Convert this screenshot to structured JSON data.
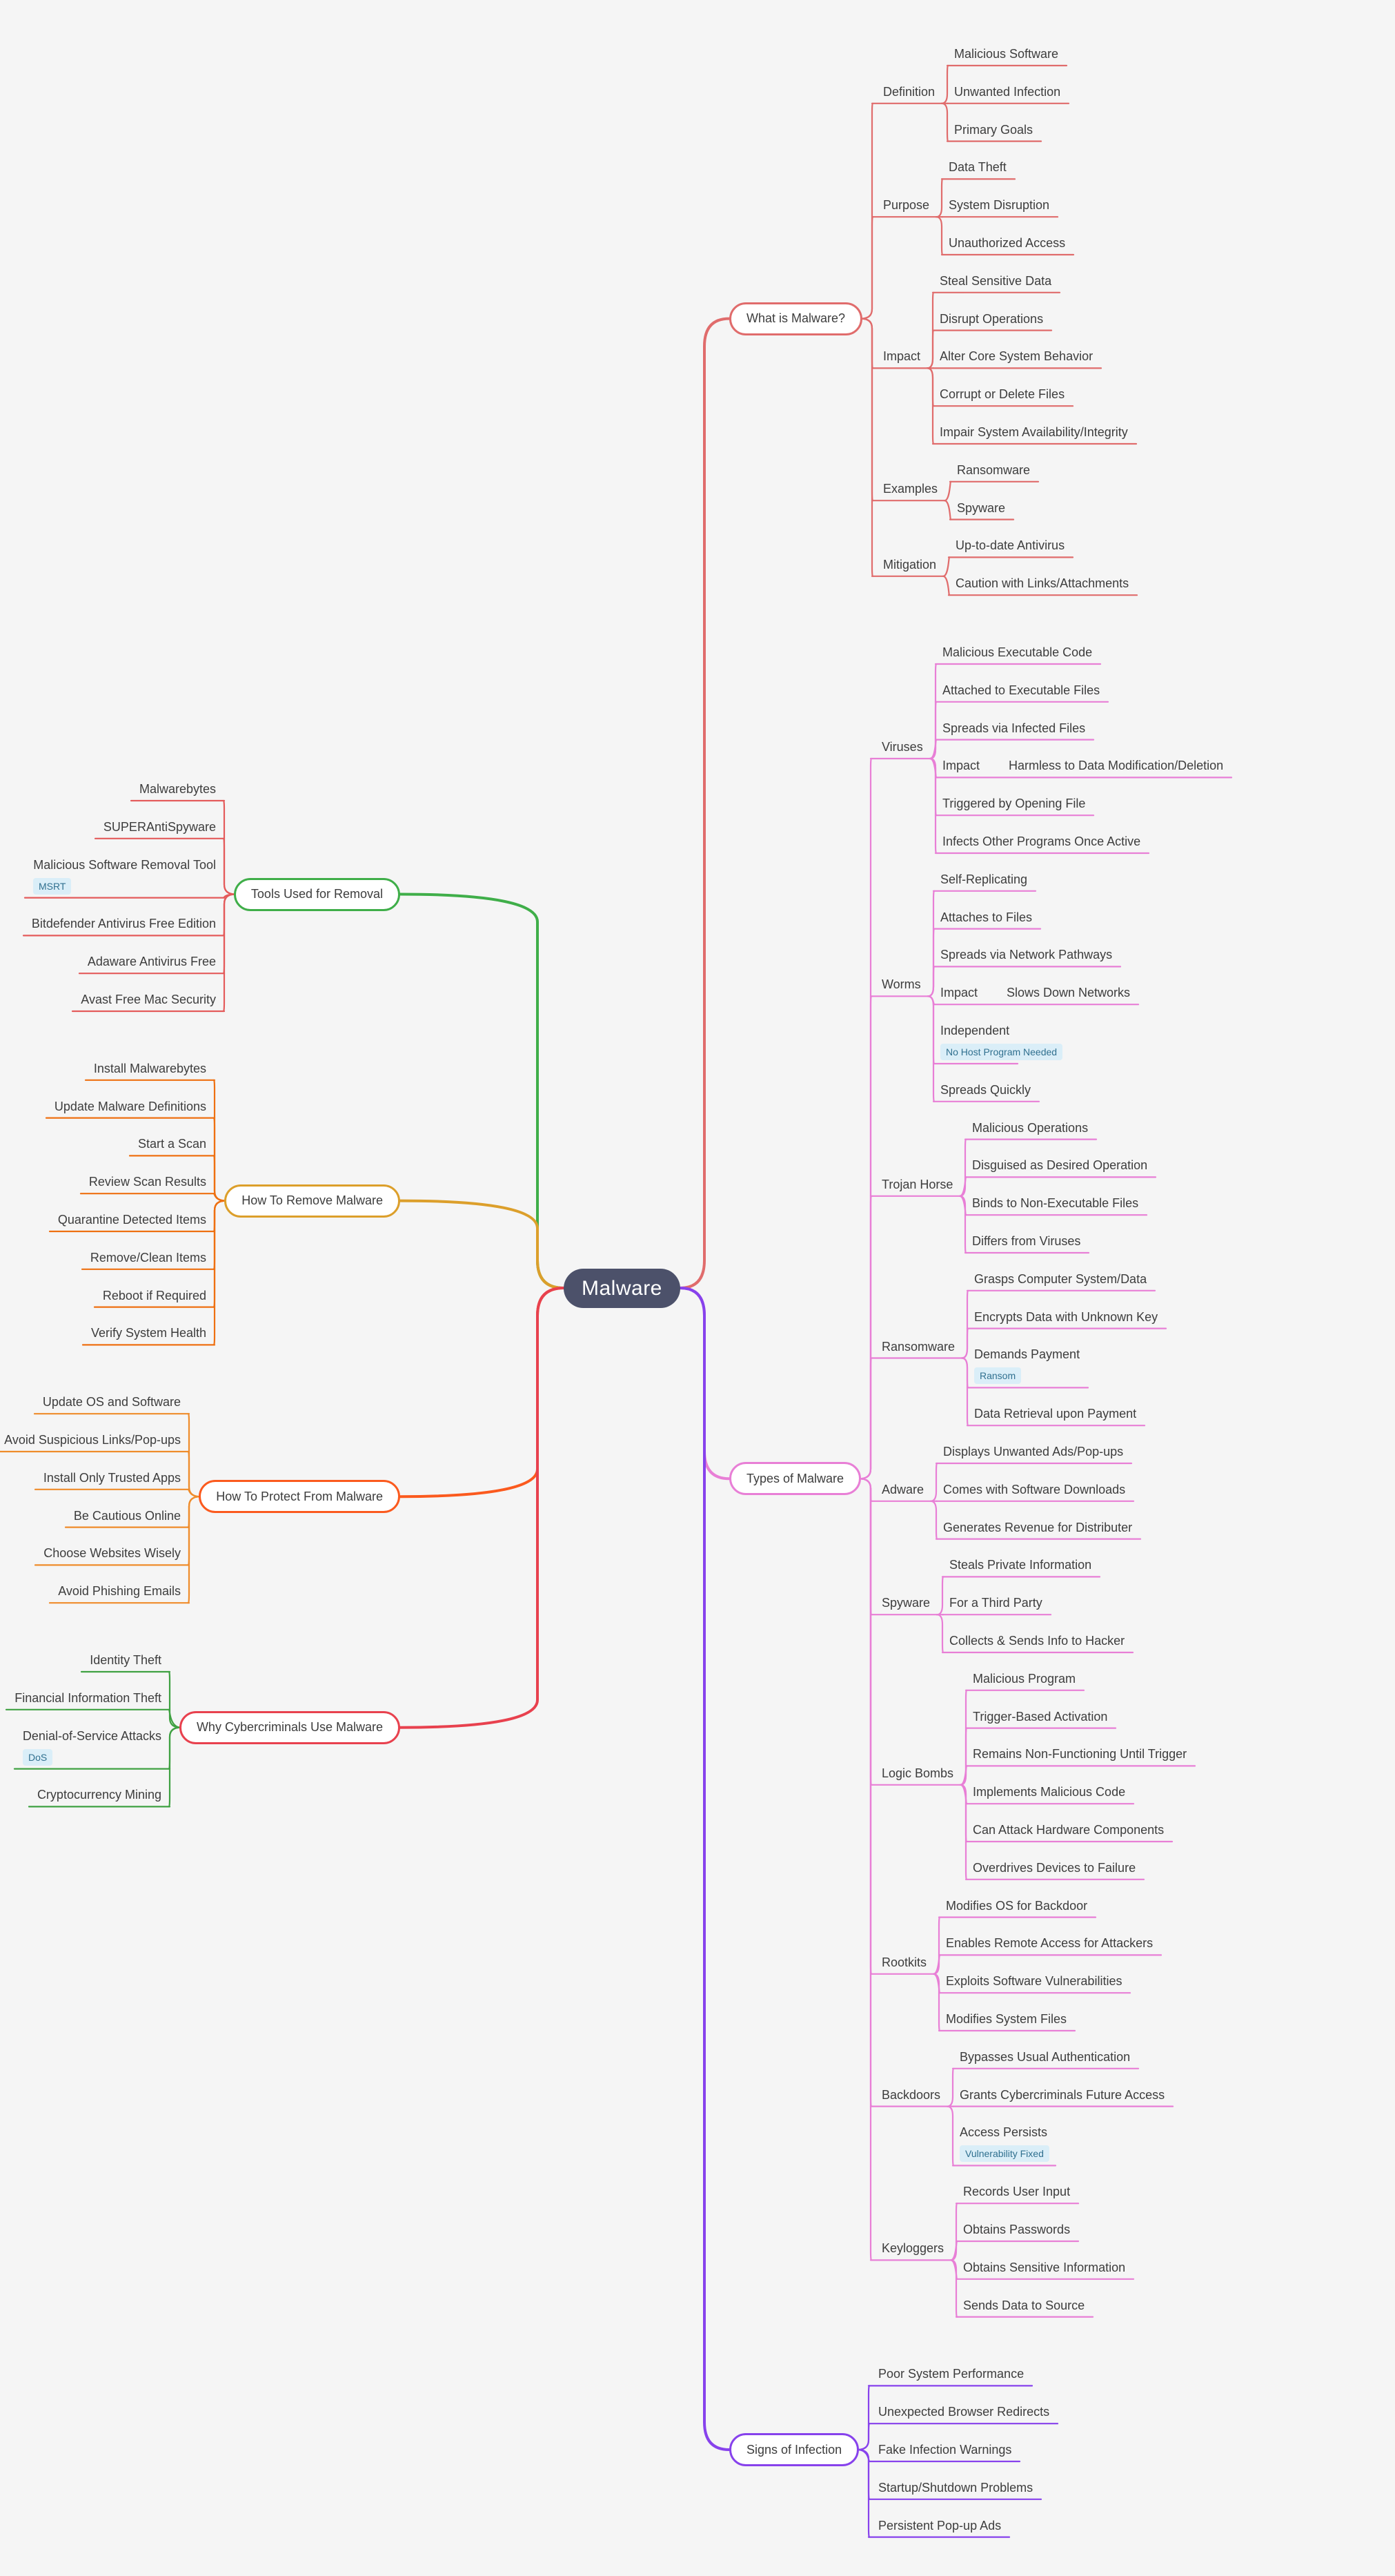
{
  "root": {
    "label": "Malware"
  },
  "palette": {
    "background": "#f5f5f5",
    "root_fill": "#4c516a",
    "root_text": "#ffffff",
    "text": "#3d3d3d",
    "badge_bg": "#daeef8",
    "badge_text": "#30708f"
  },
  "branches": [
    {
      "label": "What is Malware?",
      "side": "right",
      "color": "#e06c6c",
      "groups": [
        {
          "label": "Definition",
          "leaves": [
            {
              "label": "Malicious Software"
            },
            {
              "label": "Unwanted Infection"
            },
            {
              "label": "Primary Goals"
            }
          ]
        },
        {
          "label": "Purpose",
          "leaves": [
            {
              "label": "Data Theft"
            },
            {
              "label": "System Disruption"
            },
            {
              "label": "Unauthorized Access"
            }
          ]
        },
        {
          "label": "Impact",
          "leaves": [
            {
              "label": "Steal Sensitive Data"
            },
            {
              "label": "Disrupt Operations"
            },
            {
              "label": "Alter Core System Behavior"
            },
            {
              "label": "Corrupt or Delete Files"
            },
            {
              "label": "Impair System Availability/Integrity"
            }
          ]
        },
        {
          "label": "Examples",
          "leaves": [
            {
              "label": "Ransomware"
            },
            {
              "label": "Spyware"
            }
          ]
        },
        {
          "label": "Mitigation",
          "leaves": [
            {
              "label": "Up-to-date Antivirus"
            },
            {
              "label": "Caution with Links/Attachments"
            }
          ]
        }
      ]
    },
    {
      "label": "Types of Malware",
      "side": "right",
      "color": "#e87fd6",
      "groups": [
        {
          "label": "Viruses",
          "leaves": [
            {
              "label": "Malicious Executable Code"
            },
            {
              "label": "Attached to Executable Files"
            },
            {
              "label": "Spreads via Infected Files"
            },
            {
              "label": "Impact",
              "inline_child": "Harmless to Data Modification/Deletion"
            },
            {
              "label": "Triggered by Opening File"
            },
            {
              "label": "Infects Other Programs Once Active"
            }
          ]
        },
        {
          "label": "Worms",
          "leaves": [
            {
              "label": "Self-Replicating"
            },
            {
              "label": "Attaches to Files"
            },
            {
              "label": "Spreads via Network Pathways"
            },
            {
              "label": "Impact",
              "inline_child": "Slows Down Networks"
            },
            {
              "label": "Independent",
              "badge": "No Host Program Needed"
            },
            {
              "label": "Spreads Quickly"
            }
          ]
        },
        {
          "label": "Trojan Horse",
          "leaves": [
            {
              "label": "Malicious Operations"
            },
            {
              "label": "Disguised as Desired Operation"
            },
            {
              "label": "Binds to Non-Executable Files"
            },
            {
              "label": "Differs from Viruses"
            }
          ]
        },
        {
          "label": "Ransomware",
          "leaves": [
            {
              "label": "Grasps Computer System/Data"
            },
            {
              "label": "Encrypts Data with Unknown Key"
            },
            {
              "label": "Demands Payment",
              "badge": "Ransom"
            },
            {
              "label": "Data Retrieval upon Payment"
            }
          ]
        },
        {
          "label": "Adware",
          "leaves": [
            {
              "label": "Displays Unwanted Ads/Pop-ups"
            },
            {
              "label": "Comes with Software Downloads"
            },
            {
              "label": "Generates Revenue for Distributer"
            }
          ]
        },
        {
          "label": "Spyware",
          "leaves": [
            {
              "label": "Steals Private Information"
            },
            {
              "label": "For a Third Party"
            },
            {
              "label": "Collects & Sends Info to Hacker"
            }
          ]
        },
        {
          "label": "Logic Bombs",
          "leaves": [
            {
              "label": "Malicious Program"
            },
            {
              "label": "Trigger-Based Activation"
            },
            {
              "label": "Remains Non-Functioning Until Trigger"
            },
            {
              "label": "Implements Malicious Code"
            },
            {
              "label": "Can Attack Hardware Components"
            },
            {
              "label": "Overdrives Devices to Failure"
            }
          ]
        },
        {
          "label": "Rootkits",
          "leaves": [
            {
              "label": "Modifies OS for Backdoor"
            },
            {
              "label": "Enables Remote Access for Attackers"
            },
            {
              "label": "Exploits Software Vulnerabilities"
            },
            {
              "label": "Modifies System Files"
            }
          ]
        },
        {
          "label": "Backdoors",
          "leaves": [
            {
              "label": "Bypasses Usual Authentication"
            },
            {
              "label": "Grants Cybercriminals Future Access"
            },
            {
              "label": "Access Persists",
              "badge": "Vulnerability Fixed"
            }
          ]
        },
        {
          "label": "Keyloggers",
          "leaves": [
            {
              "label": "Records User Input"
            },
            {
              "label": "Obtains Passwords"
            },
            {
              "label": "Obtains Sensitive Information"
            },
            {
              "label": "Sends Data to Source"
            }
          ]
        }
      ]
    },
    {
      "label": "Signs of Infection",
      "side": "right",
      "color": "#8742ec",
      "leaves": [
        {
          "label": "Poor System Performance"
        },
        {
          "label": "Unexpected Browser Redirects"
        },
        {
          "label": "Fake Infection Warnings"
        },
        {
          "label": "Startup/Shutdown Problems"
        },
        {
          "label": "Persistent Pop-up Ads"
        }
      ]
    },
    {
      "label": "Tools Used for Removal",
      "side": "left",
      "color": "#3fae49",
      "child_color": "#e45b5b",
      "leaves": [
        {
          "label": "Malwarebytes"
        },
        {
          "label": "SUPERAntiSpyware"
        },
        {
          "label": "Malicious Software Removal Tool",
          "badge": "MSRT"
        },
        {
          "label": "Bitdefender Antivirus Free Edition"
        },
        {
          "label": "Adaware Antivirus Free"
        },
        {
          "label": "Avast Free Mac Security"
        }
      ]
    },
    {
      "label": "How To Remove Malware",
      "side": "left",
      "color": "#dc9f2b",
      "child_color": "#ee7011",
      "leaves": [
        {
          "label": "Install Malwarebytes"
        },
        {
          "label": "Update Malware Definitions"
        },
        {
          "label": "Start a Scan"
        },
        {
          "label": "Review Scan Results"
        },
        {
          "label": "Quarantine Detected Items"
        },
        {
          "label": "Remove/Clean Items"
        },
        {
          "label": "Reboot if Required"
        },
        {
          "label": "Verify System Health"
        }
      ]
    },
    {
      "label": "How To Protect From Malware",
      "side": "left",
      "color": "#fb5a1e",
      "child_color": "#ef8c2b",
      "leaves": [
        {
          "label": "Update OS and Software"
        },
        {
          "label": "Avoid Suspicious Links/Pop-ups"
        },
        {
          "label": "Install Only Trusted Apps"
        },
        {
          "label": "Be Cautious Online"
        },
        {
          "label": "Choose Websites Wisely"
        },
        {
          "label": "Avoid Phishing Emails"
        }
      ]
    },
    {
      "label": "Why Cybercriminals Use Malware",
      "side": "left",
      "color": "#e8414e",
      "child_color": "#3fa142",
      "leaves": [
        {
          "label": "Identity Theft"
        },
        {
          "label": "Financial Information Theft"
        },
        {
          "label": "Denial-of-Service Attacks",
          "badge": "DoS"
        },
        {
          "label": "Cryptocurrency Mining"
        }
      ]
    }
  ]
}
